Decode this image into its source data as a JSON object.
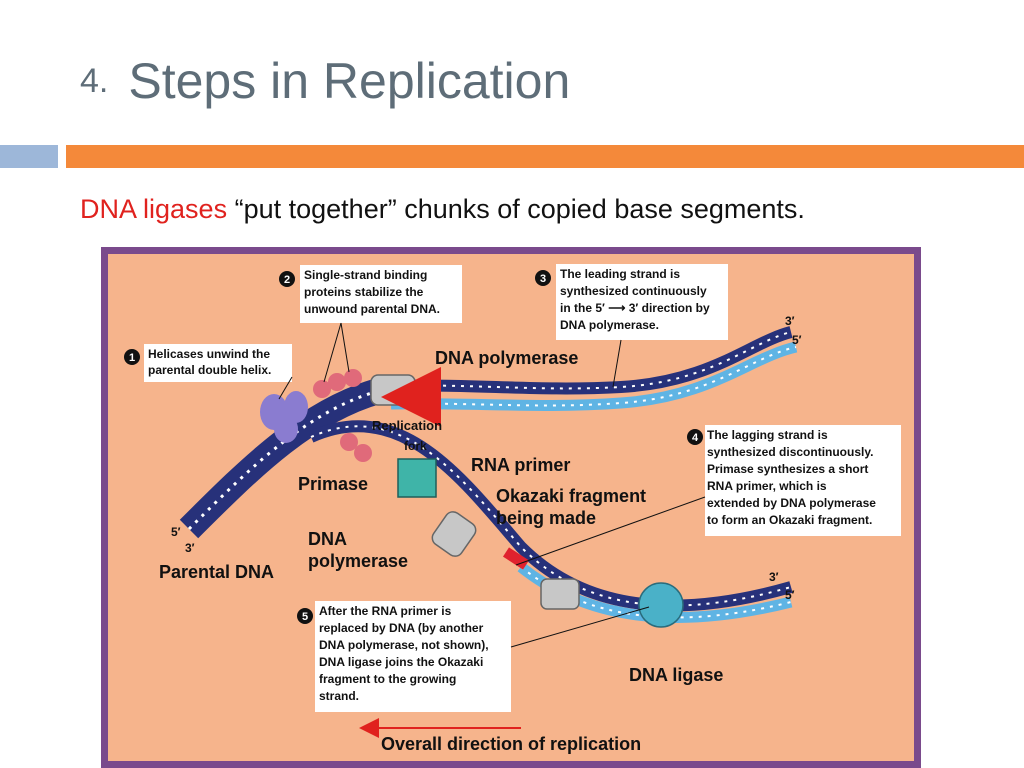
{
  "slide": {
    "number": "4.",
    "title": "Steps in Replication",
    "subtitle_highlight": "DNA ligases",
    "subtitle_rest": "“put together” chunks of copied base segments."
  },
  "colors": {
    "title": "#5e6d78",
    "accent_orange": "#f4893a",
    "accent_blue": "#9db7d9",
    "highlight_red": "#e0221e",
    "figure_frame": "#7a4a8c",
    "figure_bg": "#f6b48c",
    "parental_strand": "#27317a",
    "new_strand": "#5fb4e4"
  },
  "diagram": {
    "callouts": {
      "c1": {
        "number": "1",
        "lines": [
          "Helicases unwind the",
          "parental double helix."
        ]
      },
      "c2": {
        "number": "2",
        "lines": [
          "Single-strand binding",
          "proteins stabilize the",
          "unwound parental DNA."
        ]
      },
      "c3": {
        "number": "3",
        "lines": [
          "The leading strand is",
          "synthesized continuously",
          "in the 5′ ⟶ 3′ direction by",
          "DNA polymerase."
        ]
      },
      "c4": {
        "number": "4",
        "lines": [
          "The lagging strand is",
          "synthesized discontinuously.",
          "Primase synthesizes a short",
          "RNA primer, which is",
          "extended by DNA polymerase",
          "to form an Okazaki fragment."
        ]
      },
      "c5": {
        "number": "5",
        "lines": [
          "After the RNA primer is",
          "replaced by DNA (by another",
          "DNA polymerase, not shown),",
          "DNA ligase joins the Okazaki",
          "fragment to the growing",
          "strand."
        ]
      }
    },
    "labels": {
      "dna_polymerase_top": "DNA polymerase",
      "replication_fork_line1": "Replication",
      "replication_fork_line2": "fork",
      "rna_primer": "RNA primer",
      "primase": "Primase",
      "okazaki_line1": "Okazaki fragment",
      "okazaki_line2": "being made",
      "dna_polymerase_left_line1": "DNA",
      "dna_polymerase_left_line2": "polymerase",
      "parental_dna": "Parental DNA",
      "dna_ligase": "DNA ligase",
      "overall_direction": "Overall direction of replication",
      "end_5_left": "5′",
      "end_3_left": "3′",
      "end_3_top": "3′",
      "end_5_top": "5′",
      "end_3_bottom": "3′",
      "end_5_bottom": "5′"
    }
  }
}
